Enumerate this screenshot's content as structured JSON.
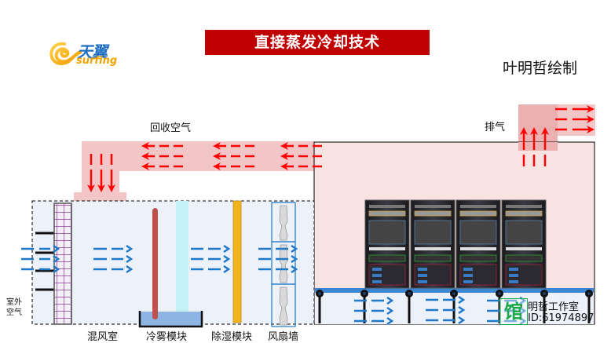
{
  "title": "直接蒸发冷却技术",
  "author_note": "叶明哲绘制",
  "logo": {
    "cn": "天翼",
    "en": "surfing",
    "icon": "swirl-logo-icon"
  },
  "colors": {
    "title_bg": "#c00000",
    "return_duct": "#f2c6c6",
    "server_room": "#f8e3e3",
    "air_handler": "#ecf1fa",
    "hot_arrow": "#ff0000",
    "cool_arrow": "#1f78c8",
    "filter_grid": "#7b1a8c",
    "cooling_pad": "#c0504d",
    "mist_panel": "#c6f0f8",
    "water_tray": "#8eb4e3",
    "dehumidifier": "#f0b41c"
  },
  "labels": {
    "return_air": "回收空气",
    "exhaust": "排气",
    "outdoor_air_line1": "室外",
    "outdoor_air_line2": "空气",
    "mixing_chamber": "混风室",
    "mist_cooling_module": "冷雾模块",
    "dehumidify_module": "除湿模块",
    "fan_wall": "风扇墙"
  },
  "watermark": {
    "seal": "馆",
    "name": "明哲工作室",
    "id": "ID:61974897"
  },
  "server_racks": {
    "count": 4
  }
}
